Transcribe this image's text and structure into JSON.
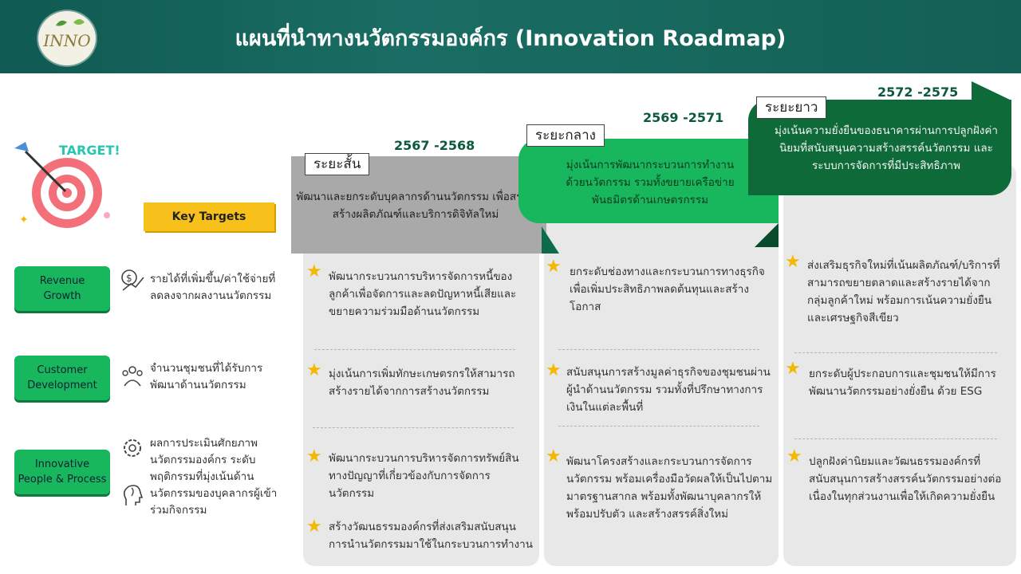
{
  "title": "แผนที่นำทางนวัตกรรมองค์กร (Innovation Roadmap)",
  "logo_text": "INNO",
  "target_word": "TARGET!",
  "key_targets_label": "Key Targets",
  "targets": [
    {
      "label": "Revenue Growth",
      "text": "รายได้ที่เพิ่มขึ้น/ค่าใช้จ่ายที่ลดลงจากผลงานนวัตกรรม",
      "icon": "money-growth-icon"
    },
    {
      "label": "Customer Development",
      "text": "จำนวนชุมชนที่ได้รับการพัฒนาด้านนวัตกรรม",
      "icon": "community-icon"
    },
    {
      "label": "Innovative People & Process",
      "text": "ผลการประเมินศักยภาพนวัตกรรมองค์กร ระดับพฤติกรรมที่มุ่งเน้นด้านนวัตกรรมของบุคลากรผู้เข้าร่วมกิจกรรม",
      "icon": "gear-people-icon"
    }
  ],
  "phases": [
    {
      "tag": "ระยะสั้น",
      "years": "2567 -2568",
      "summary": "พัฒนาและยกระดับบุคลากรด้านนวัตกรรม เพื่อสรรค์สร้างผลิตภัณฑ์และบริการดิจิทัลใหม่",
      "items": [
        "พัฒนากระบวนการบริหารจัดการหนี้ของลูกค้าเพื่อจัดการและลดปัญหาหนี้เสียและขยายความร่วมมือด้านนวัตกรรม",
        "มุ่งเน้นการเพิ่มทักษะเกษตรกรให้สามารถสร้างรายได้จากการสร้างนวัตกรรม",
        "พัฒนากระบวนการบริหารจัดการทรัพย์สินทางปัญญาที่เกี่ยวข้องกับการจัดการนวัตกรรม",
        "สร้างวัฒนธรรมองค์กรที่ส่งเสริมสนับสนุนการนำนวัตกรรมมาใช้ในกระบวนการทำงาน"
      ]
    },
    {
      "tag": "ระยะกลาง",
      "years": "2569 -2571",
      "summary": "มุ่งเน้นการพัฒนากระบวนการทำงานด้วยนวัตกรรม รวมทั้งขยายเครือข่ายพันธมิตรด้านเกษตรกรรม",
      "items": [
        "ยกระดับช่องทางและกระบวนการทางธุรกิจเพื่อเพิ่มประสิทธิภาพลดต้นทุนและสร้างโอกาส",
        "สนับสนุนการสร้างมูลค่าธุรกิจของชุมชนผ่านผู้นำด้านนวัตกรรม รวมทั้งที่ปรึกษาทางการเงินในแต่ละพื้นที่",
        "พัฒนาโครงสร้างและกระบวนการจัดการนวัตกรรม พร้อมเครื่องมือวัดผลให้เป็นไปตามมาตรฐานสากล พร้อมทั้งพัฒนาบุคลากรให้พร้อมปรับตัว และสร้างสรรค์สิ่งใหม่"
      ]
    },
    {
      "tag": "ระยะยาว",
      "years": "2572 -2575",
      "summary": "มุ่งเน้นความยั่งยืนของธนาคารผ่านการปลูกฝังค่านิยมที่สนับสนุนความสร้างสรรค์นวัตกรรม และระบบการจัดการที่มีประสิทธิภาพ",
      "items": [
        "ส่งเสริมธุรกิจใหม่ที่เน้นผลิตภัณฑ์/บริการที่สามารถขยายตลาดและสร้างรายได้จากกลุ่มลูกค้าใหม่ พร้อมการเน้นความยั่งยืนและเศรษฐกิจสีเขียว",
        "ยกระดับผู้ประกอบการและชุมชนให้มีการพัฒนานวัตกรรมอย่างยั่งยืน ด้วย ESG",
        "ปลูกฝังค่านิยมและวัฒนธรรมองค์กรที่สนับสนุนการสร้างสรรค์นวัตกรรมอย่างต่อเนื่องในทุกส่วนงานเพื่อให้เกิดความยั่งยืน"
      ]
    }
  ],
  "colors": {
    "header": "#0f5a52",
    "grey": "#a9a9a9",
    "green": "#18b65d",
    "darkgreen": "#0e6b39",
    "yellow": "#f7c01a",
    "star": "#f5b800"
  }
}
